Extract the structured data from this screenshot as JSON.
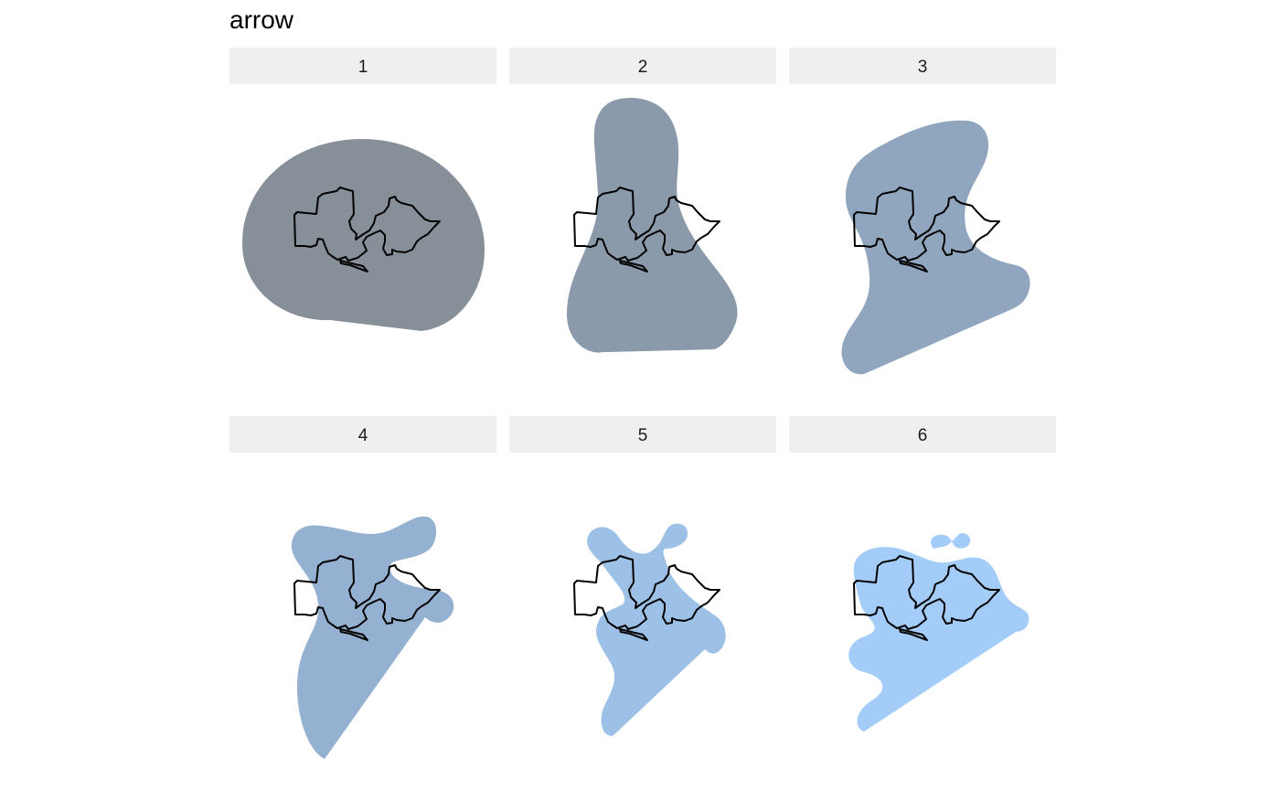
{
  "title": "arrow",
  "chart_data": {
    "type": "facet-shapes",
    "title": "arrow",
    "xlabel": "",
    "ylabel": "",
    "grid": false,
    "panels": [
      {
        "label": "1",
        "fill": "#878f99"
      },
      {
        "label": "2",
        "fill": "#8a9aab"
      },
      {
        "label": "3",
        "fill": "#8fa6be"
      },
      {
        "label": "4",
        "fill": "#94b1d1"
      },
      {
        "label": "5",
        "fill": "#9cc0e6"
      },
      {
        "label": "6",
        "fill": "#a3cdf8"
      }
    ]
  }
}
